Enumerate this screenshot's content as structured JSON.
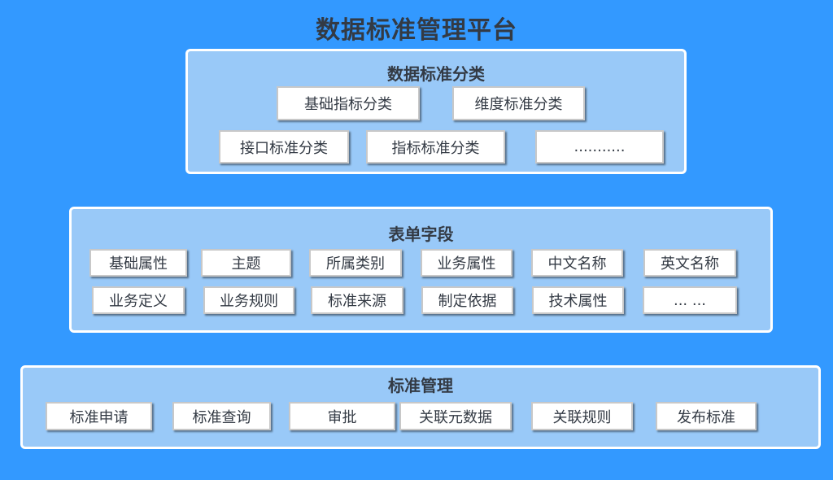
{
  "title": "数据标准管理平台",
  "sections": [
    {
      "title": "数据标准分类",
      "items": [
        "基础指标分类",
        "维度标准分类",
        "接口标准分类",
        "指标标准分类",
        "..........."
      ]
    },
    {
      "title": "表单字段",
      "items": [
        "基础属性",
        "主题",
        "所属类别",
        "业务属性",
        "中文名称",
        "英文名称",
        "业务定义",
        "业务规则",
        "标准来源",
        "制定依据",
        "技术属性",
        "... ..."
      ]
    },
    {
      "title": "标准管理",
      "items": [
        "标准申请",
        "标准查询",
        "审批",
        "关联元数据",
        "关联规则",
        "发布标准"
      ]
    }
  ]
}
